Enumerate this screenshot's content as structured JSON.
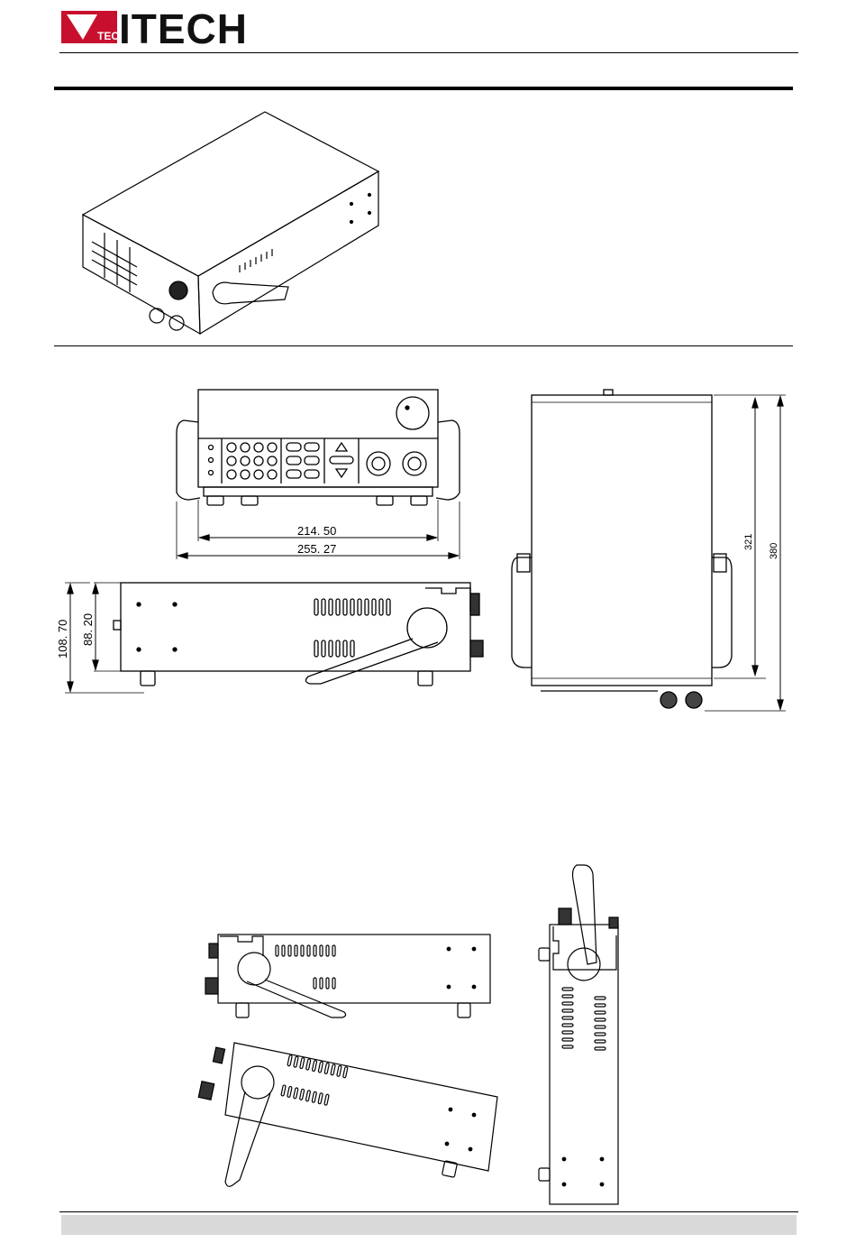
{
  "brand": {
    "name": "ITECH",
    "badge": "TECH",
    "red": "#c8102e"
  },
  "dimensions": {
    "front_inner_width": "214. 50",
    "front_outer_width": "255. 27",
    "side_body_height": "88. 20",
    "side_total_height": "108. 70",
    "top_body_depth": "321",
    "top_total_depth": "380"
  }
}
